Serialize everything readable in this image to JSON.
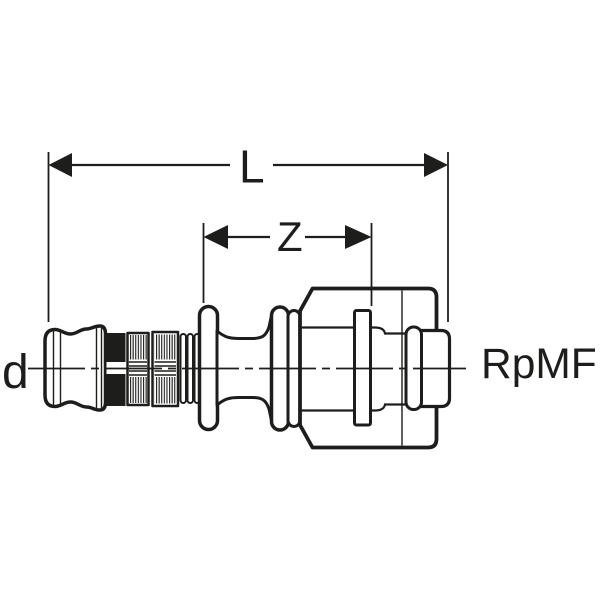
{
  "drawing": {
    "background": "#ffffff",
    "line_color": "#1d1d1b",
    "labels": {
      "diameter": "d",
      "overall_length": "L",
      "intermediate_length": "Z",
      "thread": "RpMF"
    }
  }
}
